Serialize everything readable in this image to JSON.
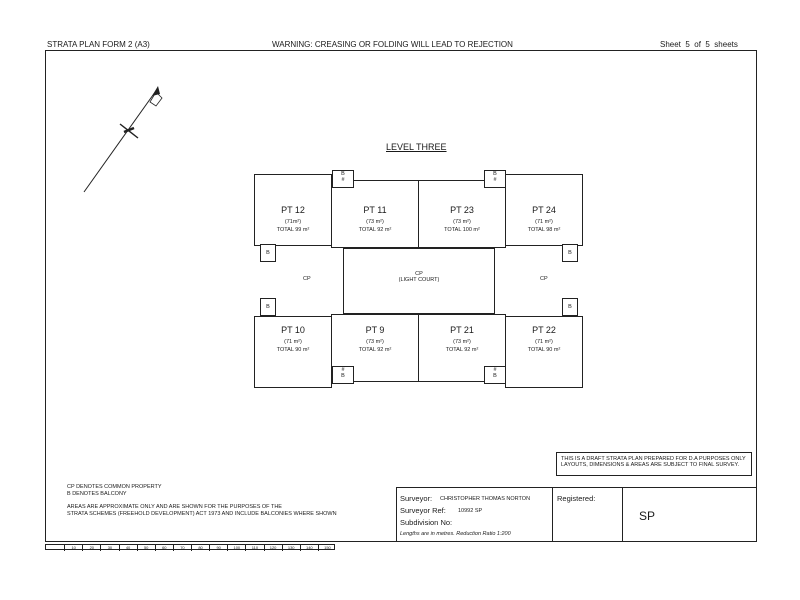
{
  "header": {
    "form": "STRATA PLAN FORM 2 (A3)",
    "warning": "WARNING: CREASING OR FOLDING WILL LEAD TO REJECTION",
    "sheet_prefix": "Sheet",
    "sheet_num": "5",
    "sheet_of": "of",
    "sheet_total": "5",
    "sheet_suffix": "sheets"
  },
  "plan": {
    "title": "LEVEL THREE",
    "lots": [
      {
        "id": "pt12",
        "name": "PT 12",
        "area": "(71m²)",
        "total": "TOTAL 99 m²"
      },
      {
        "id": "pt11",
        "name": "PT 11",
        "area": "(73 m²)",
        "total": "TOTAL 92 m²"
      },
      {
        "id": "pt23",
        "name": "PT 23",
        "area": "(73 m²)",
        "total": "TOTAL 100 m²"
      },
      {
        "id": "pt24",
        "name": "PT 24",
        "area": "(71 m²)",
        "total": "TOTAL 98 m²"
      },
      {
        "id": "pt10",
        "name": "PT 10",
        "area": "(71 m²)",
        "total": "TOTAL 90 m²"
      },
      {
        "id": "pt9",
        "name": "PT 9",
        "area": "(73 m²)",
        "total": "TOTAL 92 m²"
      },
      {
        "id": "pt21",
        "name": "PT 21",
        "area": "(73 m²)",
        "total": "TOTAL 92 m²"
      },
      {
        "id": "pt22",
        "name": "PT 22",
        "area": "(71 m²)",
        "total": "TOTAL 90 m²"
      }
    ],
    "light_court": {
      "code": "CP",
      "label": "(LIGHT COURT)"
    },
    "cp_label": "CP",
    "balcony_label": "B",
    "balcony_mark": "#"
  },
  "notes": {
    "cp": "CP DENOTES COMMON PROPERTY",
    "b": "B DENOTES BALCONY",
    "areas_1": "AREAS ARE APPROXIMATE ONLY AND ARE SHOWN FOR THE PURPOSES OF THE",
    "areas_2": "STRATA SCHEMES (FREEHOLD DEVELOPMENT) ACT 1973 AND INCLUDE BALCONIES WHERE SHOWN"
  },
  "draft_notice": {
    "line1": "THIS IS A DRAFT STRATA PLAN PREPARED FOR D.A PURPOSES ONLY",
    "line2": "LAYOUTS, DIMENSIONS & AREAS ARE SUBJECT TO FINAL SURVEY."
  },
  "title_block": {
    "surveyor_label": "Surveyor:",
    "surveyor_name": "CHRISTOPHER THOMAS NORTON",
    "ref_label": "Surveyor Ref:",
    "ref_value": "10992 SP",
    "subdivision_label": "Subdivision No:",
    "lengths": "Lengths are in metres. Reduction Ratio 1:200",
    "registered_label": "Registered:",
    "sp": "SP"
  },
  "scale_bar": [
    "10",
    "20",
    "30",
    "40",
    "50",
    "60",
    "70",
    "80",
    "90",
    "100",
    "110",
    "120",
    "130",
    "140",
    "150"
  ]
}
